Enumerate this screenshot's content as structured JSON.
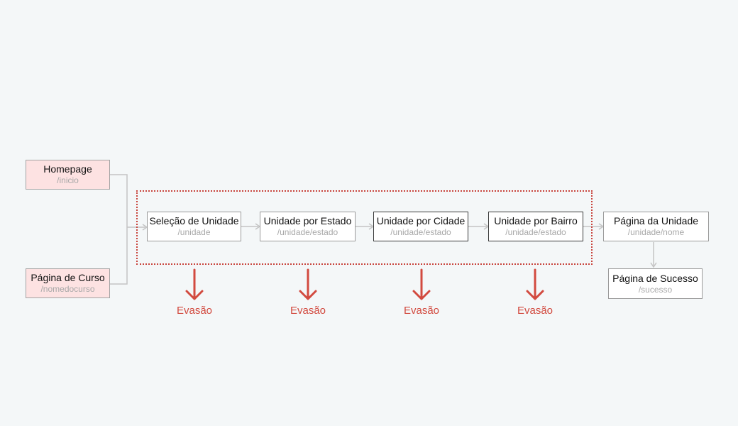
{
  "colors": {
    "background": "#f4f7f8",
    "entry_fill": "#fde2e2",
    "funnel_border": "#c8443c",
    "drop_arrow": "#d24a3f",
    "connector": "#c4c4c4"
  },
  "entry_points": [
    {
      "title": "Homepage",
      "path": "/inicio"
    },
    {
      "title": "Página de Curso",
      "path": "/nomedocurso"
    }
  ],
  "funnel_steps": [
    {
      "title": "Seleção de Unidade",
      "path": "/unidade"
    },
    {
      "title": "Unidade por Estado",
      "path": "/unidade/estado"
    },
    {
      "title": "Unidade por Cidade",
      "path": "/unidade/estado"
    },
    {
      "title": "Unidade por Bairro",
      "path": "/unidade/estado"
    }
  ],
  "outcome_steps": [
    {
      "title": "Página da Unidade",
      "path": "/unidade/nome"
    },
    {
      "title": "Página de Sucesso",
      "path": "/sucesso"
    }
  ],
  "drop_off": {
    "label": "Evasão",
    "icon": "arrow-down-icon"
  }
}
